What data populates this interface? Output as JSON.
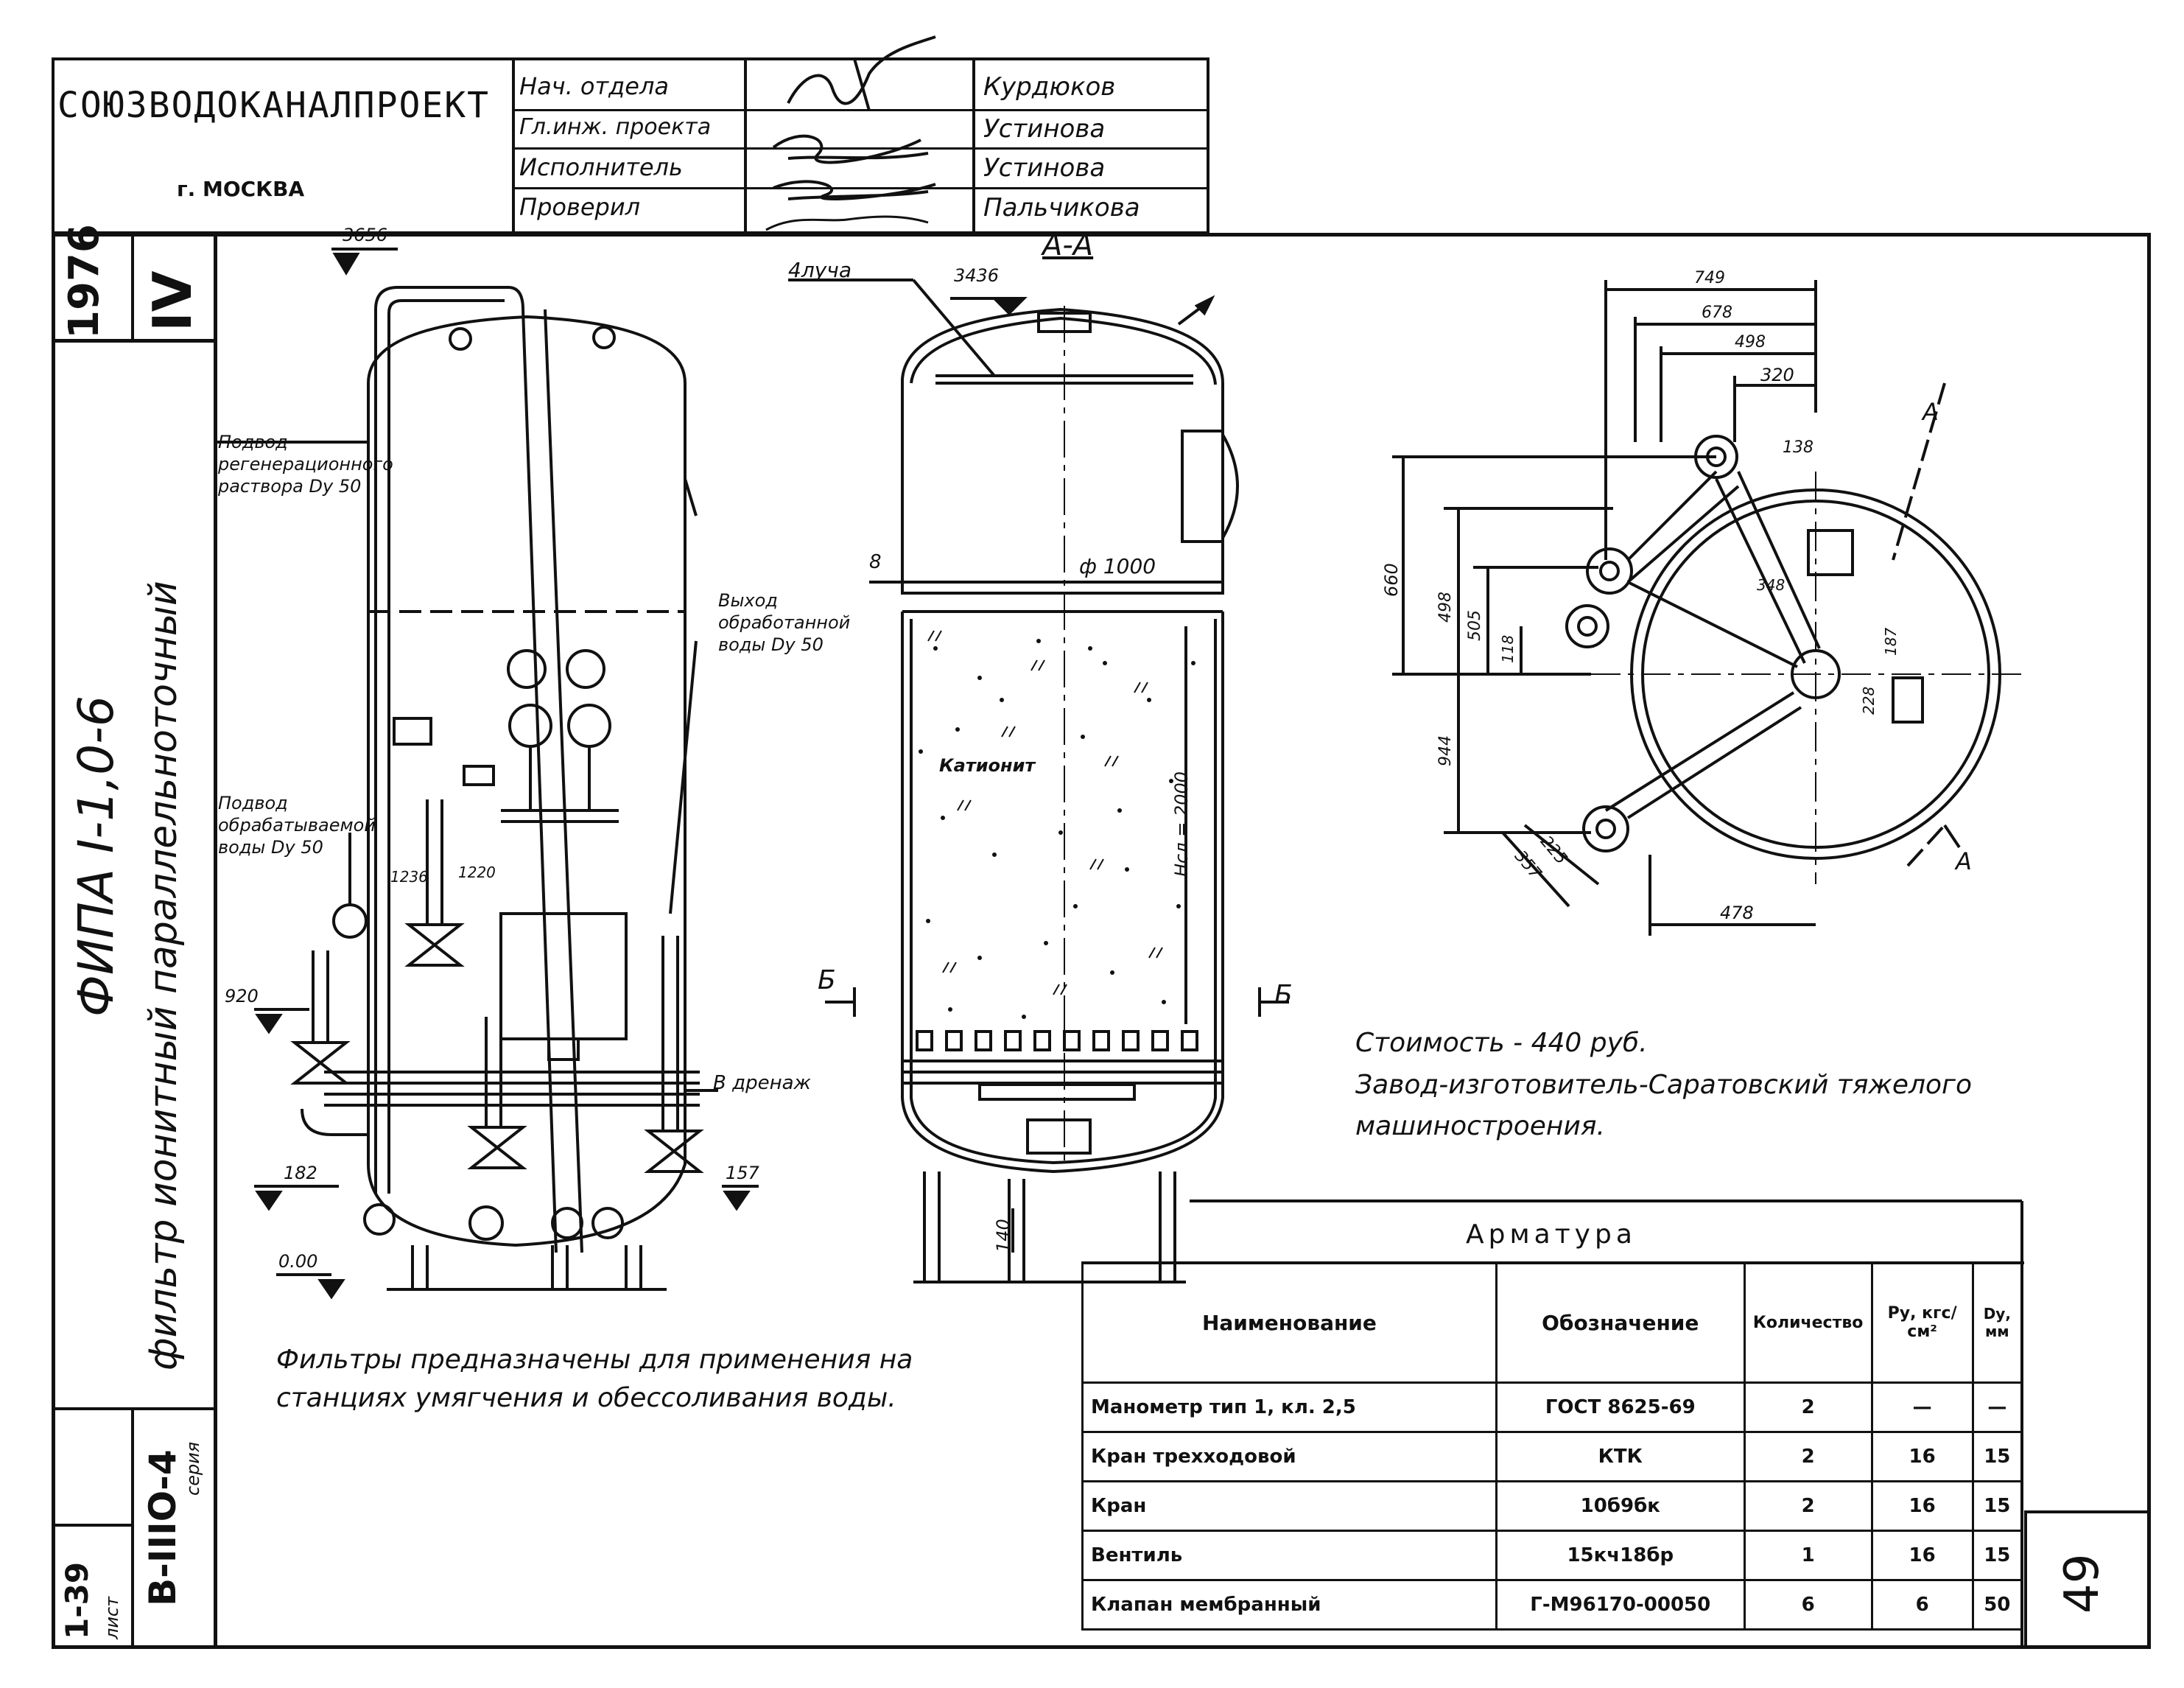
{
  "stamp": {
    "org": "СОЮЗВОДОКАНАЛПРОЕКТ",
    "city": "г. МОСКВА",
    "roles": [
      {
        "role": "Нач. отдела",
        "name": "Курдюков"
      },
      {
        "role": "Гл.инж. проекта",
        "name": "Устинова"
      },
      {
        "role": "Исполнитель",
        "name": "Устинова"
      },
      {
        "role": "Проверил",
        "name": "Пальчикова"
      }
    ],
    "year": "1976",
    "code": "IV",
    "sheet_label": "лист",
    "sheet_number": "1-39",
    "series_label": "серия",
    "series": "В-IIIО-4",
    "page_number": "49"
  },
  "title": "ФИПА I-1,0-6",
  "subtitle": "фильтр ионитный параллельноточный",
  "drawing": {
    "section_label": "А-А",
    "labels": {
      "regen_supply": "Подвод регенерационного раствора Dу 50",
      "treated_outlet": "Выход обработанной воды Dу 50",
      "raw_supply": "Подвод обрабатываемой воды Dу 50",
      "drain": "В дренаж",
      "rays": "4луча",
      "cation": "Катионит",
      "layer_height": "Нсл = 2000",
      "diameter": "ф 1000",
      "b_left": "Б",
      "b_right": "Б",
      "a_top": "А",
      "a_bottom": "А"
    },
    "elevations": [
      "3656",
      "3436",
      "920",
      "182",
      "157",
      "0.00",
      "1236",
      "1220"
    ],
    "dims_side": [
      "8",
      "140"
    ],
    "dims_plan": [
      "749",
      "678",
      "498",
      "320",
      "138",
      "660",
      "498",
      "505",
      "118",
      "944",
      "357",
      "225",
      "478",
      "348",
      "187",
      "228"
    ]
  },
  "notes": {
    "cost": "Стоимость - 440 руб.",
    "manufacturer": "Завод-изготовитель-Саратовский тяжелого машиностроения.",
    "purpose": "Фильтры предназначены для применения на станциях умягчения и обессоливания воды."
  },
  "armatura": {
    "title": "Арматура",
    "headers": [
      "Наименование",
      "Обозначение",
      "Количество",
      "Ру, кгс/см²",
      "Dу, мм"
    ],
    "rows": [
      [
        "Манометр тип 1, кл. 2,5",
        "ГОСТ 8625-69",
        "2",
        "—",
        "—"
      ],
      [
        "Кран трехходовой",
        "КТК",
        "2",
        "16",
        "15"
      ],
      [
        "Кран",
        "10б9бк",
        "2",
        "16",
        "15"
      ],
      [
        "Вентиль",
        "15кч18бр",
        "1",
        "16",
        "15"
      ],
      [
        "Клапан мембранный",
        "Г-М96170-00050",
        "6",
        "6",
        "50"
      ]
    ]
  }
}
